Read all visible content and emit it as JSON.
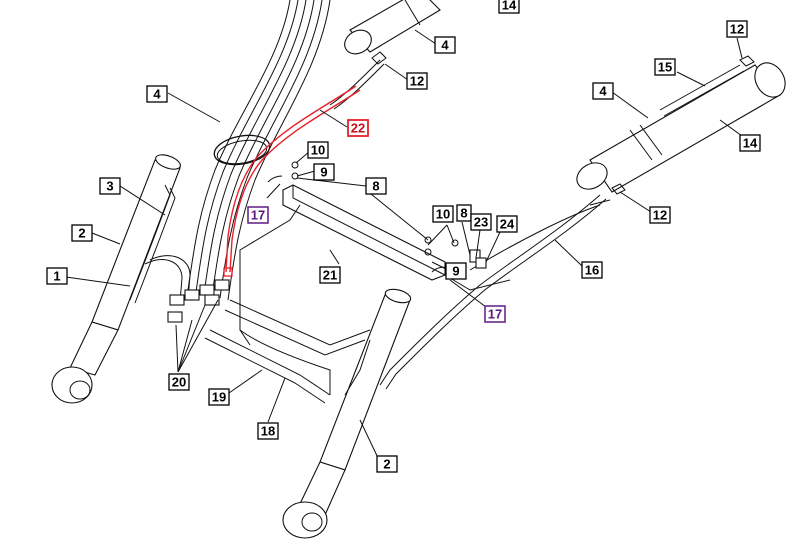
{
  "colors": {
    "line": "#111111",
    "highlight": "#e8202a",
    "accent": "#5a1a7a",
    "background": "#ffffff"
  },
  "callouts": [
    {
      "id": "c14a",
      "label": "14",
      "style": "normal"
    },
    {
      "id": "c4a",
      "label": "4",
      "style": "normal"
    },
    {
      "id": "c12a",
      "label": "12",
      "style": "normal"
    },
    {
      "id": "c4b",
      "label": "4",
      "style": "normal"
    },
    {
      "id": "c22",
      "label": "22",
      "style": "highlight"
    },
    {
      "id": "c10a",
      "label": "10",
      "style": "normal"
    },
    {
      "id": "c9a",
      "label": "9",
      "style": "normal"
    },
    {
      "id": "c8a",
      "label": "8",
      "style": "normal"
    },
    {
      "id": "c3",
      "label": "3",
      "style": "normal"
    },
    {
      "id": "c17a",
      "label": "17",
      "style": "accent"
    },
    {
      "id": "c2a",
      "label": "2",
      "style": "normal"
    },
    {
      "id": "c1",
      "label": "1",
      "style": "normal"
    },
    {
      "id": "c21",
      "label": "21",
      "style": "normal"
    },
    {
      "id": "c10b",
      "label": "10",
      "style": "normal"
    },
    {
      "id": "c8b",
      "label": "8",
      "style": "normal"
    },
    {
      "id": "c23",
      "label": "23",
      "style": "normal"
    },
    {
      "id": "c24",
      "label": "24",
      "style": "normal"
    },
    {
      "id": "c9b",
      "label": "9",
      "style": "normal"
    },
    {
      "id": "c17b",
      "label": "17",
      "style": "accent"
    },
    {
      "id": "c12b",
      "label": "12",
      "style": "normal"
    },
    {
      "id": "c15",
      "label": "15",
      "style": "normal"
    },
    {
      "id": "c4c",
      "label": "4",
      "style": "normal"
    },
    {
      "id": "c14b",
      "label": "14",
      "style": "normal"
    },
    {
      "id": "c12c",
      "label": "12",
      "style": "normal"
    },
    {
      "id": "c16",
      "label": "16",
      "style": "normal"
    },
    {
      "id": "c20",
      "label": "20",
      "style": "normal"
    },
    {
      "id": "c19",
      "label": "19",
      "style": "normal"
    },
    {
      "id": "c18",
      "label": "18",
      "style": "normal"
    },
    {
      "id": "c2b",
      "label": "2",
      "style": "normal"
    }
  ]
}
